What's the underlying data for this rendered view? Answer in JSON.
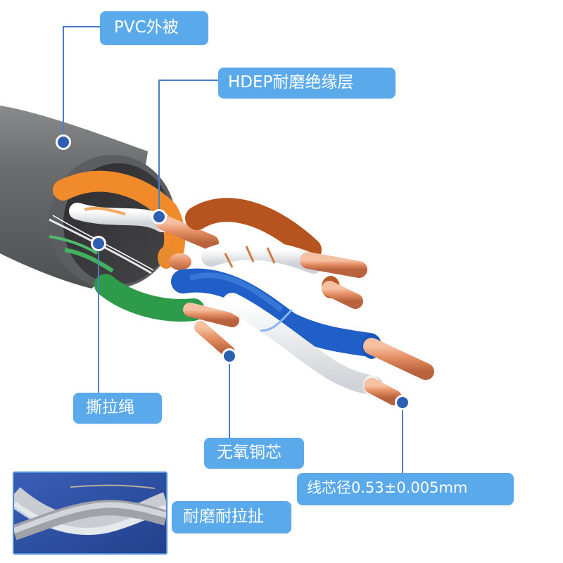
{
  "labels": {
    "pvc_jacket": "PVC外被",
    "hdep_insulation": "HDEP耐磨绝缘层",
    "rip_cord": "撕拉绳",
    "oxygen_free_copper": "无氧铜芯",
    "core_diameter": "线芯径0.53±0.005mm",
    "wear_pull_resistant": "耐磨耐拉扯"
  },
  "colors": {
    "label_bg": "#5aa9ea",
    "label_text": "#ffffff",
    "leader_line": "#4a7fc8",
    "leader_dot": "#2d5fb3",
    "jacket": "#6d6e70",
    "orange_pair": "#f08a2a",
    "brown_pair": "#b5541f",
    "green_pair": "#2e9b4a",
    "blue_pair": "#1f5fc7",
    "copper": "#e7926a"
  },
  "icons": {
    "leader_dot": "callout-dot-icon"
  }
}
